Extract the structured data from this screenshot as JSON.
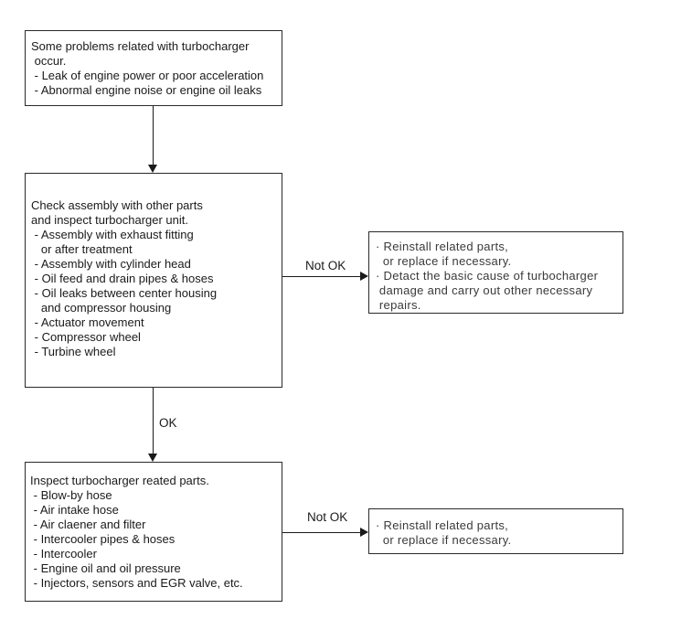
{
  "flowchart": {
    "box_problems": {
      "lines": [
        "Some problems related with turbocharger",
        " occur.",
        " - Leak of engine power or poor acceleration",
        " - Abnormal engine noise or engine oil leaks"
      ]
    },
    "box_check_assembly": {
      "lines": [
        "Check assembly with other parts",
        "and inspect turbocharger unit.",
        " - Assembly with exhaust fitting",
        "   or after treatment",
        " - Assembly with cylinder head",
        " - Oil feed and drain pipes & hoses",
        " - Oil leaks between center housing",
        "   and compressor housing",
        " - Actuator movement",
        " - Compressor wheel",
        " - Turbine wheel"
      ]
    },
    "box_inspect_parts": {
      "lines": [
        "Inspect turbocharger reated parts.",
        " - Blow-by hose",
        " - Air intake hose",
        " - Air claener and filter",
        " - Intercooler pipes & hoses",
        " - Intercooler",
        " - Engine oil and oil pressure",
        " - Injectors, sensors and EGR valve, etc."
      ]
    },
    "box_action_full": {
      "lines": [
        "· Reinstall related parts,",
        "  or replace if necessary.",
        "· Detact the basic cause of turbocharger",
        " damage and carry out other necessary",
        " repairs."
      ]
    },
    "box_action_simple": {
      "lines": [
        "· Reinstall related parts,",
        "  or replace if necessary."
      ]
    },
    "labels": {
      "not_ok_top": "Not OK",
      "ok": "OK",
      "not_ok_bottom": "Not OK"
    }
  },
  "colors": {
    "border": "#2a2a2a",
    "text": "#1a1a1a",
    "arrow": "#1a1a1a",
    "background": "#ffffff"
  }
}
